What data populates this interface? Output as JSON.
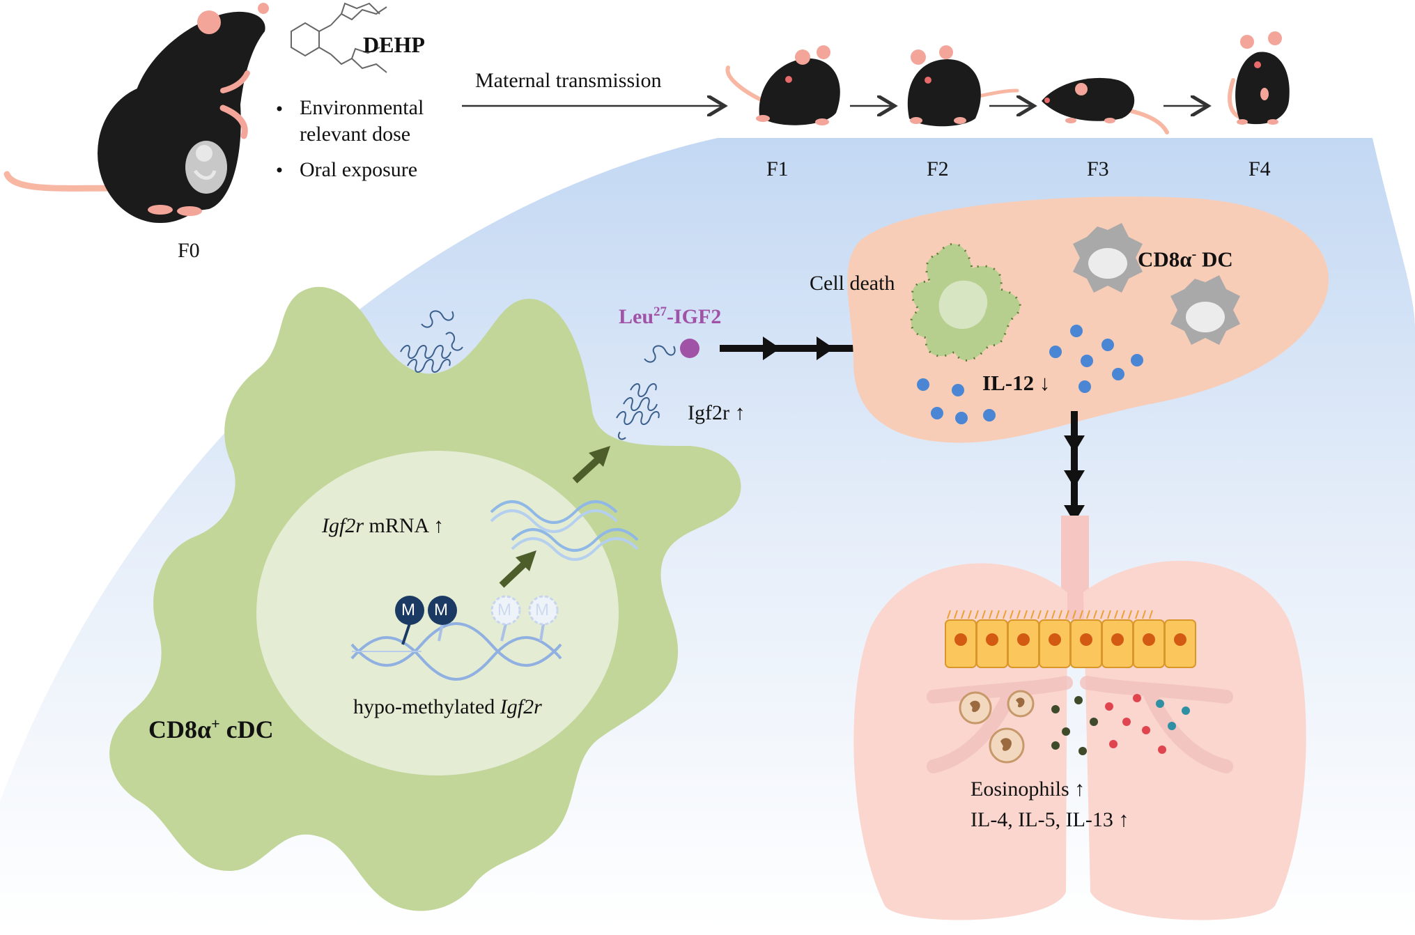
{
  "header": {
    "chemical": "DEHP",
    "bullets": [
      "Environmental",
      "relevant dose",
      "Oral exposure"
    ],
    "transmission": "Maternal transmission",
    "generations": [
      "F0",
      "F1",
      "F2",
      "F3",
      "F4"
    ]
  },
  "cell": {
    "label_main": "CD8α",
    "label_sup": "+",
    "label_tail": " cDC",
    "mrna_gene": "Igf2r",
    "mrna_text": " mRNA ↑",
    "methyl_text": "hypo-methylated ",
    "methyl_gene": "Igf2r",
    "methyl_mark": "M",
    "receptor": "Igf2r ↑"
  },
  "ligand": {
    "prefix": "Leu",
    "sup": "27",
    "suffix": "-IGF2"
  },
  "spleen": {
    "cell_death": "Cell death",
    "dc_main": "CD8α",
    "dc_sup": "-",
    "dc_tail": " DC",
    "il12": "IL-12 ↓"
  },
  "lung": {
    "eosinophils": "Eosinophils ↑",
    "cytokines": "IL-4, IL-5, IL-13  ↑"
  },
  "colors": {
    "cell_green": "#c1d698",
    "nucleus": "#e4ecd4",
    "spleen": "#f8cdb8",
    "lung": "#fbd6cf",
    "ligand_purple": "#a052a6",
    "dot_blue": "#4a86d4",
    "dark_arrow": "#4d5e2a"
  }
}
